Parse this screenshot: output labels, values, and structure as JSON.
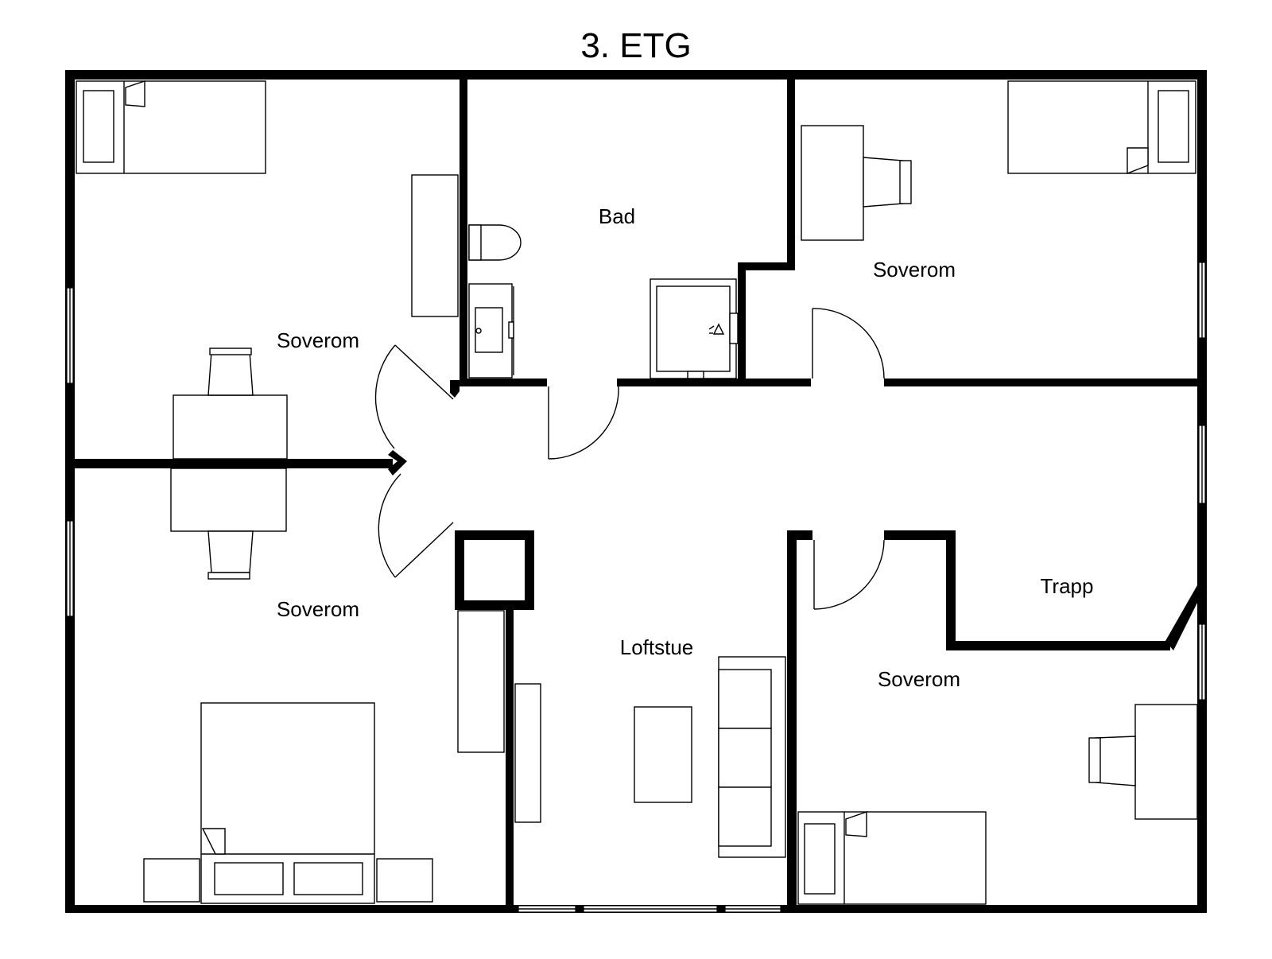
{
  "floor_plan": {
    "title": "3. ETG",
    "rooms": {
      "bedroom_top_left": "Soverom",
      "bathroom": "Bad",
      "bedroom_top_right": "Soverom",
      "bedroom_bottom_left": "Soverom",
      "loft_living": "Loftstue",
      "stairs": "Trapp",
      "bedroom_bottom_right": "Soverom"
    },
    "icons": {
      "bed": "bed-icon",
      "desk": "desk-icon",
      "chair": "chair-icon",
      "toilet": "toilet-icon",
      "sink": "sink-icon",
      "shower": "shower-icon",
      "sofa": "sofa-icon",
      "coffee_table": "coffee-table-icon",
      "wardrobe": "wardrobe-icon",
      "nightstand": "nightstand-icon",
      "door": "door-swing-icon",
      "window": "window-icon"
    },
    "colors": {
      "walls": "#000000",
      "background": "#ffffff"
    }
  }
}
